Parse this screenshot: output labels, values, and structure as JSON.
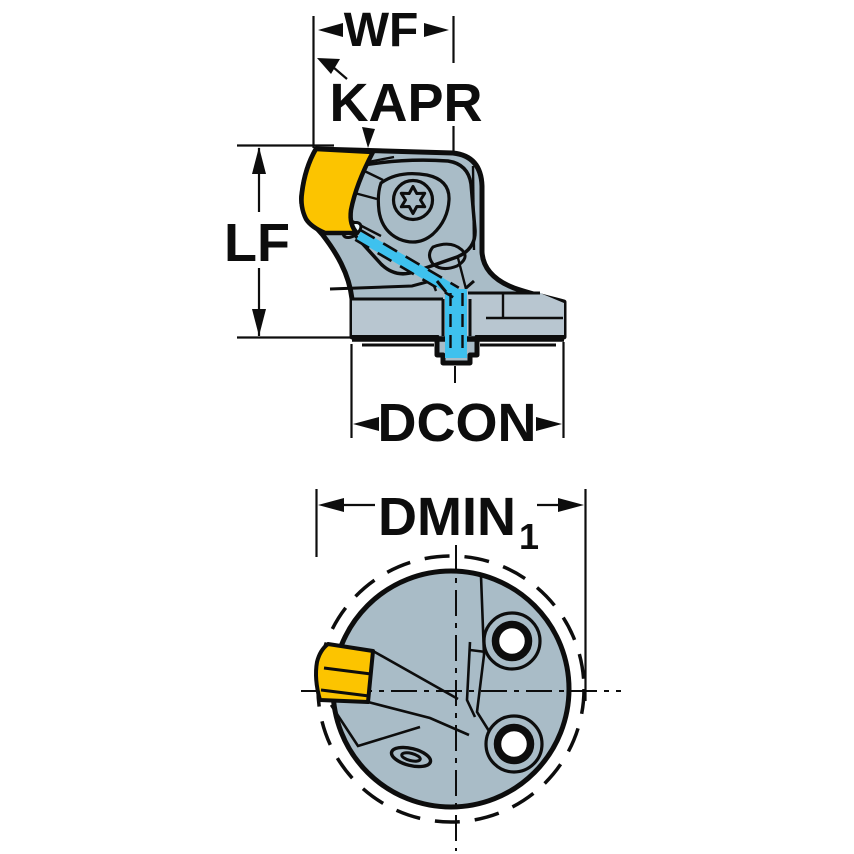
{
  "drawing": {
    "type": "technical-tool-drawing",
    "labels": {
      "wf": "WF",
      "kapr": "KAPR",
      "lf": "LF",
      "dcon": "DCON",
      "dmin": "DMIN",
      "dmin_sub": "1"
    },
    "colors": {
      "insert_yellow": "#FCC400",
      "body_gray": "#A9BCC7",
      "flange_gray": "#B8C6D0",
      "coolant_cyan": "#3EC1EE",
      "line_black": "#0D0D0D",
      "background": "#FFFFFF"
    }
  }
}
